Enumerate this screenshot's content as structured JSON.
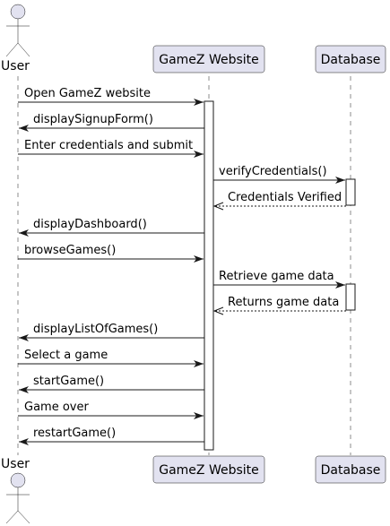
{
  "participants": [
    {
      "id": "user",
      "label": "User",
      "kind": "actor"
    },
    {
      "id": "website",
      "label": "GameZ Website",
      "kind": "participant"
    },
    {
      "id": "database",
      "label": "Database",
      "kind": "participant"
    }
  ],
  "messages": [
    {
      "label": "Open GameZ website",
      "from": "user",
      "to": "website",
      "style": "solid"
    },
    {
      "label": "displaySignupForm()",
      "from": "website",
      "to": "user",
      "style": "solid"
    },
    {
      "label": "Enter credentials and submit",
      "from": "user",
      "to": "website",
      "style": "solid"
    },
    {
      "label": "verifyCredentials()",
      "from": "website",
      "to": "database",
      "style": "solid"
    },
    {
      "label": "Credentials Verified",
      "from": "database",
      "to": "website",
      "style": "dashed"
    },
    {
      "label": "displayDashboard()",
      "from": "website",
      "to": "user",
      "style": "solid"
    },
    {
      "label": "browseGames()",
      "from": "user",
      "to": "website",
      "style": "solid"
    },
    {
      "label": "Retrieve game data",
      "from": "website",
      "to": "database",
      "style": "solid"
    },
    {
      "label": "Returns game data",
      "from": "database",
      "to": "website",
      "style": "dashed"
    },
    {
      "label": "displayListOfGames()",
      "from": "website",
      "to": "user",
      "style": "solid"
    },
    {
      "label": "Select a game",
      "from": "user",
      "to": "website",
      "style": "solid"
    },
    {
      "label": "startGame()",
      "from": "website",
      "to": "user",
      "style": "solid"
    },
    {
      "label": "Game over",
      "from": "user",
      "to": "website",
      "style": "solid"
    },
    {
      "label": "restartGame()",
      "from": "website",
      "to": "user",
      "style": "solid"
    }
  ]
}
